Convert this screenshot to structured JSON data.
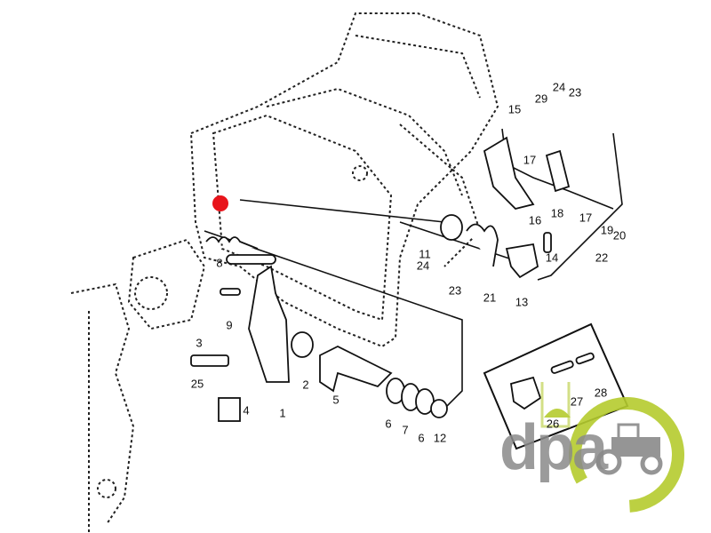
{
  "diagram": {
    "callouts": [
      "29",
      "24",
      "23",
      "15",
      "17",
      "18",
      "17",
      "16",
      "19",
      "20",
      "11",
      "24",
      "14",
      "22",
      "23",
      "21",
      "13",
      "8",
      "9",
      "3",
      "25",
      "4",
      "1",
      "2",
      "5",
      "6",
      "7",
      "6",
      "12",
      "27",
      "28",
      "26"
    ],
    "highlight_color": "#e8141b"
  },
  "logo": {
    "text": "dpa",
    "gray": "#8a8a8a",
    "green": "#b5cc2e"
  }
}
